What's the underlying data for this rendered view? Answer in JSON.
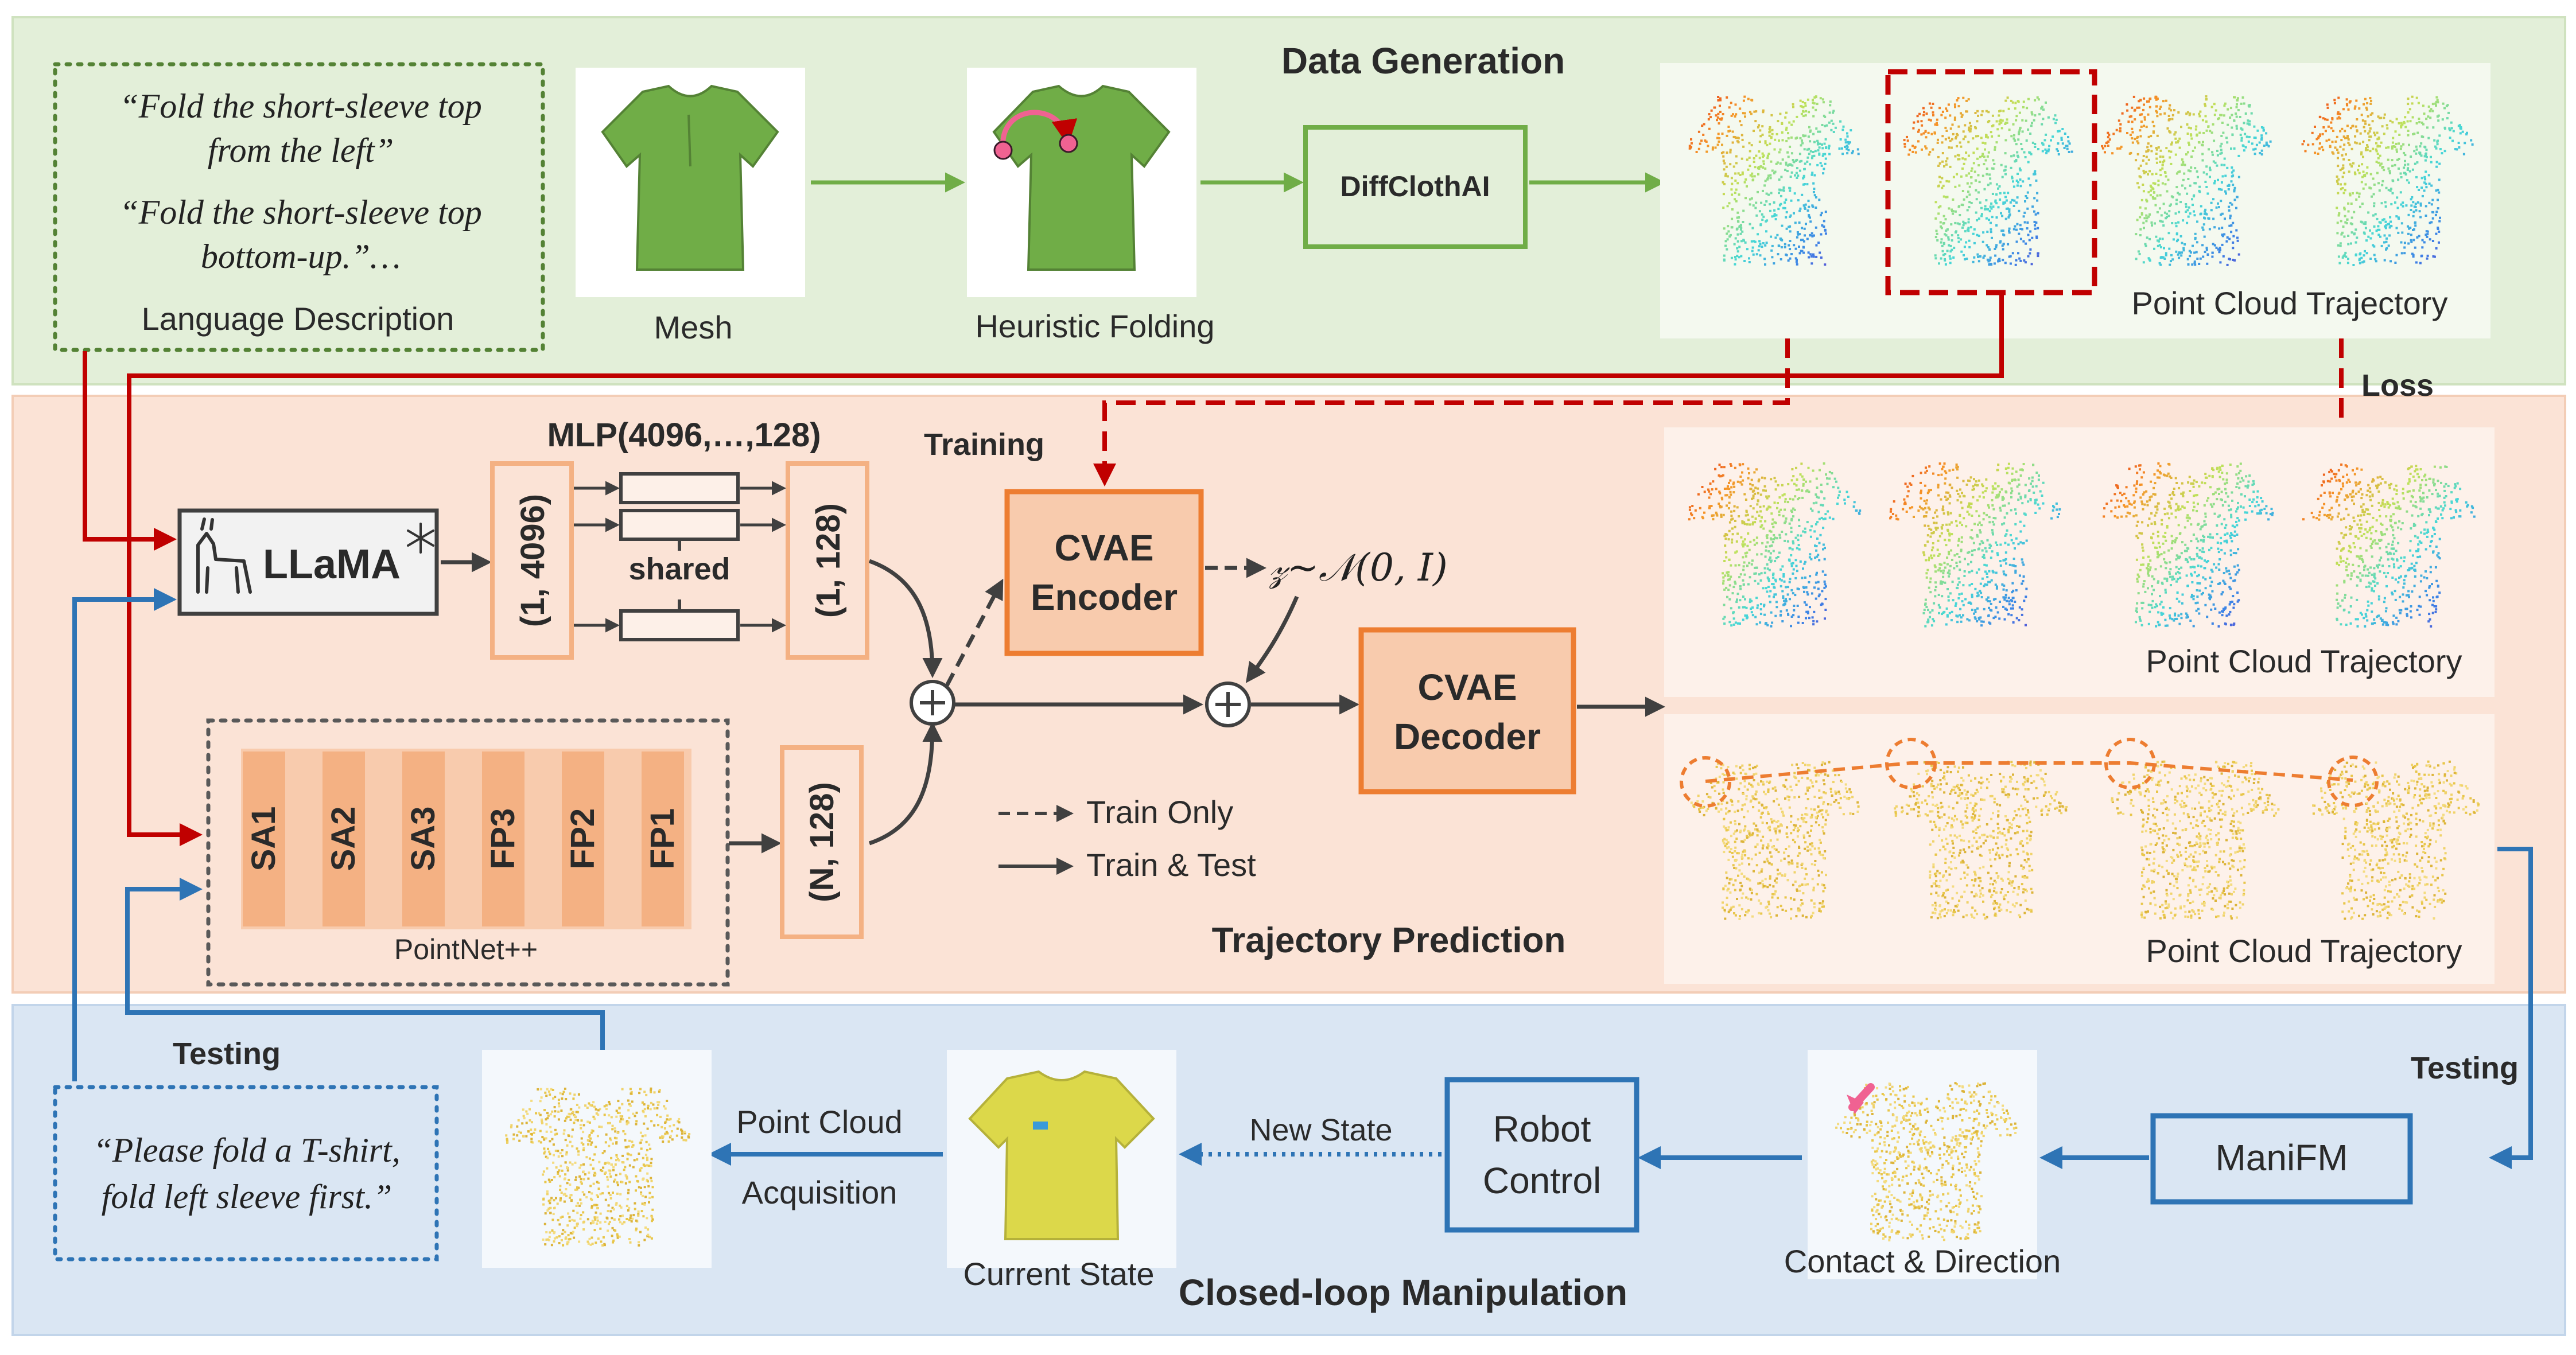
{
  "sections": {
    "data_generation": "Data Generation",
    "trajectory_prediction": "Trajectory Prediction",
    "closed_loop": "Closed-loop Manipulation"
  },
  "language": {
    "quote1_line1": "“Fold the short-sleeve top",
    "quote1_line2": "from the left”",
    "quote2_line1": "“Fold the short-sleeve top",
    "quote2_line2": "bottom-up.”…",
    "caption": "Language Description"
  },
  "data_gen": {
    "mesh": "Mesh",
    "heuristic": "Heuristic Folding",
    "simulator": "DiffClothAI",
    "trajectory": "Point Cloud Trajectory"
  },
  "prediction": {
    "llama": "LLaMA",
    "mlp": "MLP(4096,…,128)",
    "vec_in": "(1, 4096)",
    "vec_out": "(1, 128)",
    "shared": "shared",
    "pointnet_layers": [
      "SA1",
      "SA2",
      "SA3",
      "FP3",
      "FP2",
      "FP1"
    ],
    "pointnet_caption": "PointNet++",
    "point_feat": "(N, 128)",
    "encoder_line1": "CVAE",
    "encoder_line2": "Encoder",
    "decoder_line1": "CVAE",
    "decoder_line2": "Decoder",
    "latent": "𝓏~𝒩(0, I)",
    "training": "Training",
    "loss": "Loss",
    "train_only": "Train Only",
    "train_test": "Train & Test",
    "trajectory_top": "Point Cloud Trajectory",
    "trajectory_bottom": "Point Cloud Trajectory"
  },
  "closed_loop": {
    "testing_left": "Testing",
    "testing_right": "Testing",
    "instruction_line1": "“Please fold a T-shirt,",
    "instruction_line2": "fold left sleeve first.”",
    "acq_line1": "Point Cloud",
    "acq_line2": "Acquisition",
    "current_state": "Current State",
    "new_state": "New State",
    "robot_line1": "Robot",
    "robot_line2": "Control",
    "contact": "Contact & Direction",
    "manifm": "ManiFM"
  },
  "colors": {
    "green_panel": "#e3efd9",
    "orange_panel": "#fbe3d6",
    "blue_panel": "#dae6f3",
    "green_title": "#5e9c3a",
    "orange_title": "#ec7d31",
    "blue_title": "#2e74b5",
    "red_arrow": "#c00000",
    "orange_box": "#ed7d31",
    "point_yellow": "#e8c64a"
  }
}
